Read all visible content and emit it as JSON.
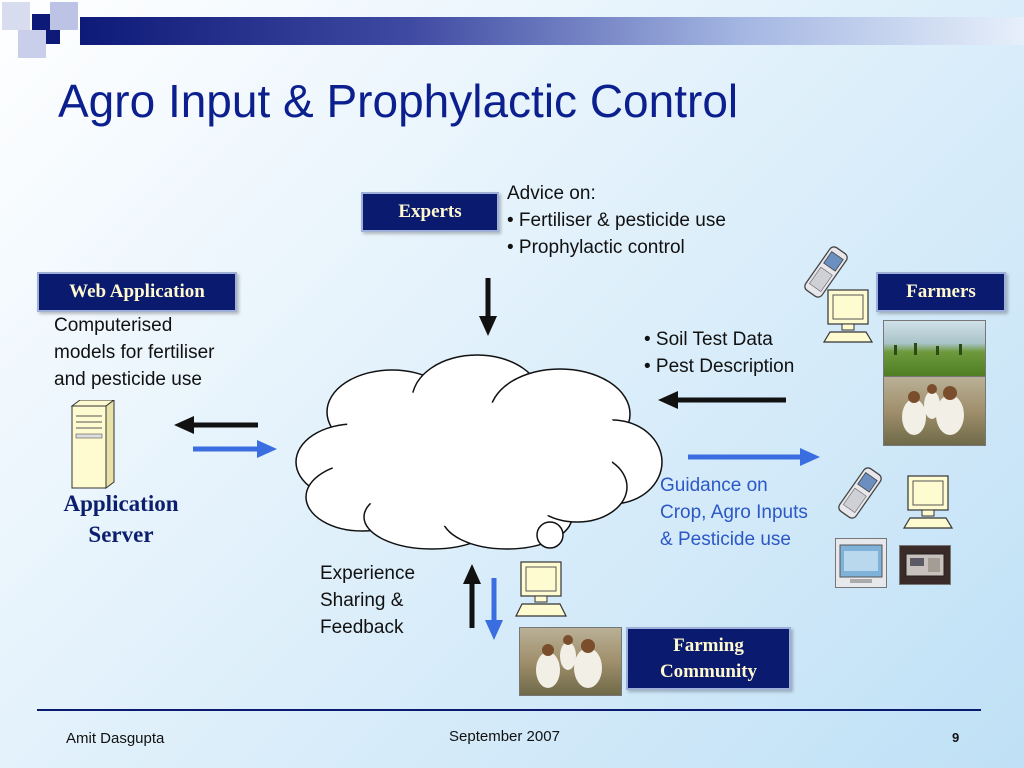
{
  "slide": {
    "title": "Agro Input & Prophylactic Control",
    "experts_label": "Experts",
    "advice_lines": [
      "Advice on:",
      "• Fertiliser & pesticide use",
      "• Prophylactic control"
    ],
    "web_app_label": "Web Application",
    "web_app_desc": [
      "Computerised",
      "models for fertiliser",
      "and pesticide use"
    ],
    "app_server_lines": [
      "Application",
      "Server"
    ],
    "farmers_label": "Farmers",
    "farmer_inputs": [
      "• Soil Test Data",
      "• Pest Description"
    ],
    "guidance_lines": [
      "Guidance on",
      "Crop, Agro Inputs",
      "&  Pesticide use"
    ],
    "experience_lines": [
      "Experience",
      "Sharing &",
      "Feedback"
    ],
    "community_lines": [
      "Farming",
      "Community"
    ]
  },
  "footer": {
    "author": "Amit Dasgupta",
    "date": "September  2007",
    "page_number": "9"
  },
  "colors": {
    "title": "#0b1f8e",
    "box_fill": "#0a1a6e",
    "box_text": "#fff9d0",
    "arrow_black": "#111111",
    "arrow_blue": "#3a6ee0",
    "guidance_text": "#2c58c6"
  }
}
